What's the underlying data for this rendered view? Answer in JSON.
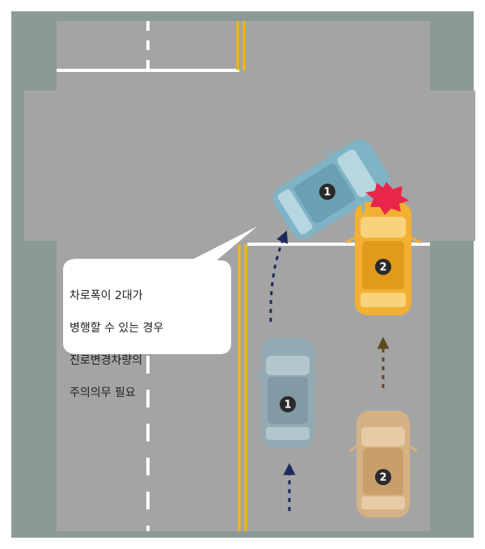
{
  "callout": {
    "lines": [
      "차로폭이 2대가",
      "병행할 수 있는 경우",
      "진로변경차량의",
      "주의의무 필요"
    ]
  },
  "vehicles": [
    {
      "id": "car-1-turning",
      "label": "1",
      "color": "#7fb4c6"
    },
    {
      "id": "car-2-collision",
      "label": "2",
      "color": "#f2b132"
    },
    {
      "id": "car-1-start",
      "label": "1",
      "color": "#93aab4"
    },
    {
      "id": "car-2-start",
      "label": "2",
      "color": "#d6b184"
    }
  ],
  "colors": {
    "sidewalk": "#8b9a96",
    "road": "#a4a4a4",
    "center_line": "#f5b800",
    "lane_line": "#ffffff",
    "collision": "#e8264a",
    "path_car1": "#1f2a5c",
    "path_car2": "#5a4a1e"
  }
}
